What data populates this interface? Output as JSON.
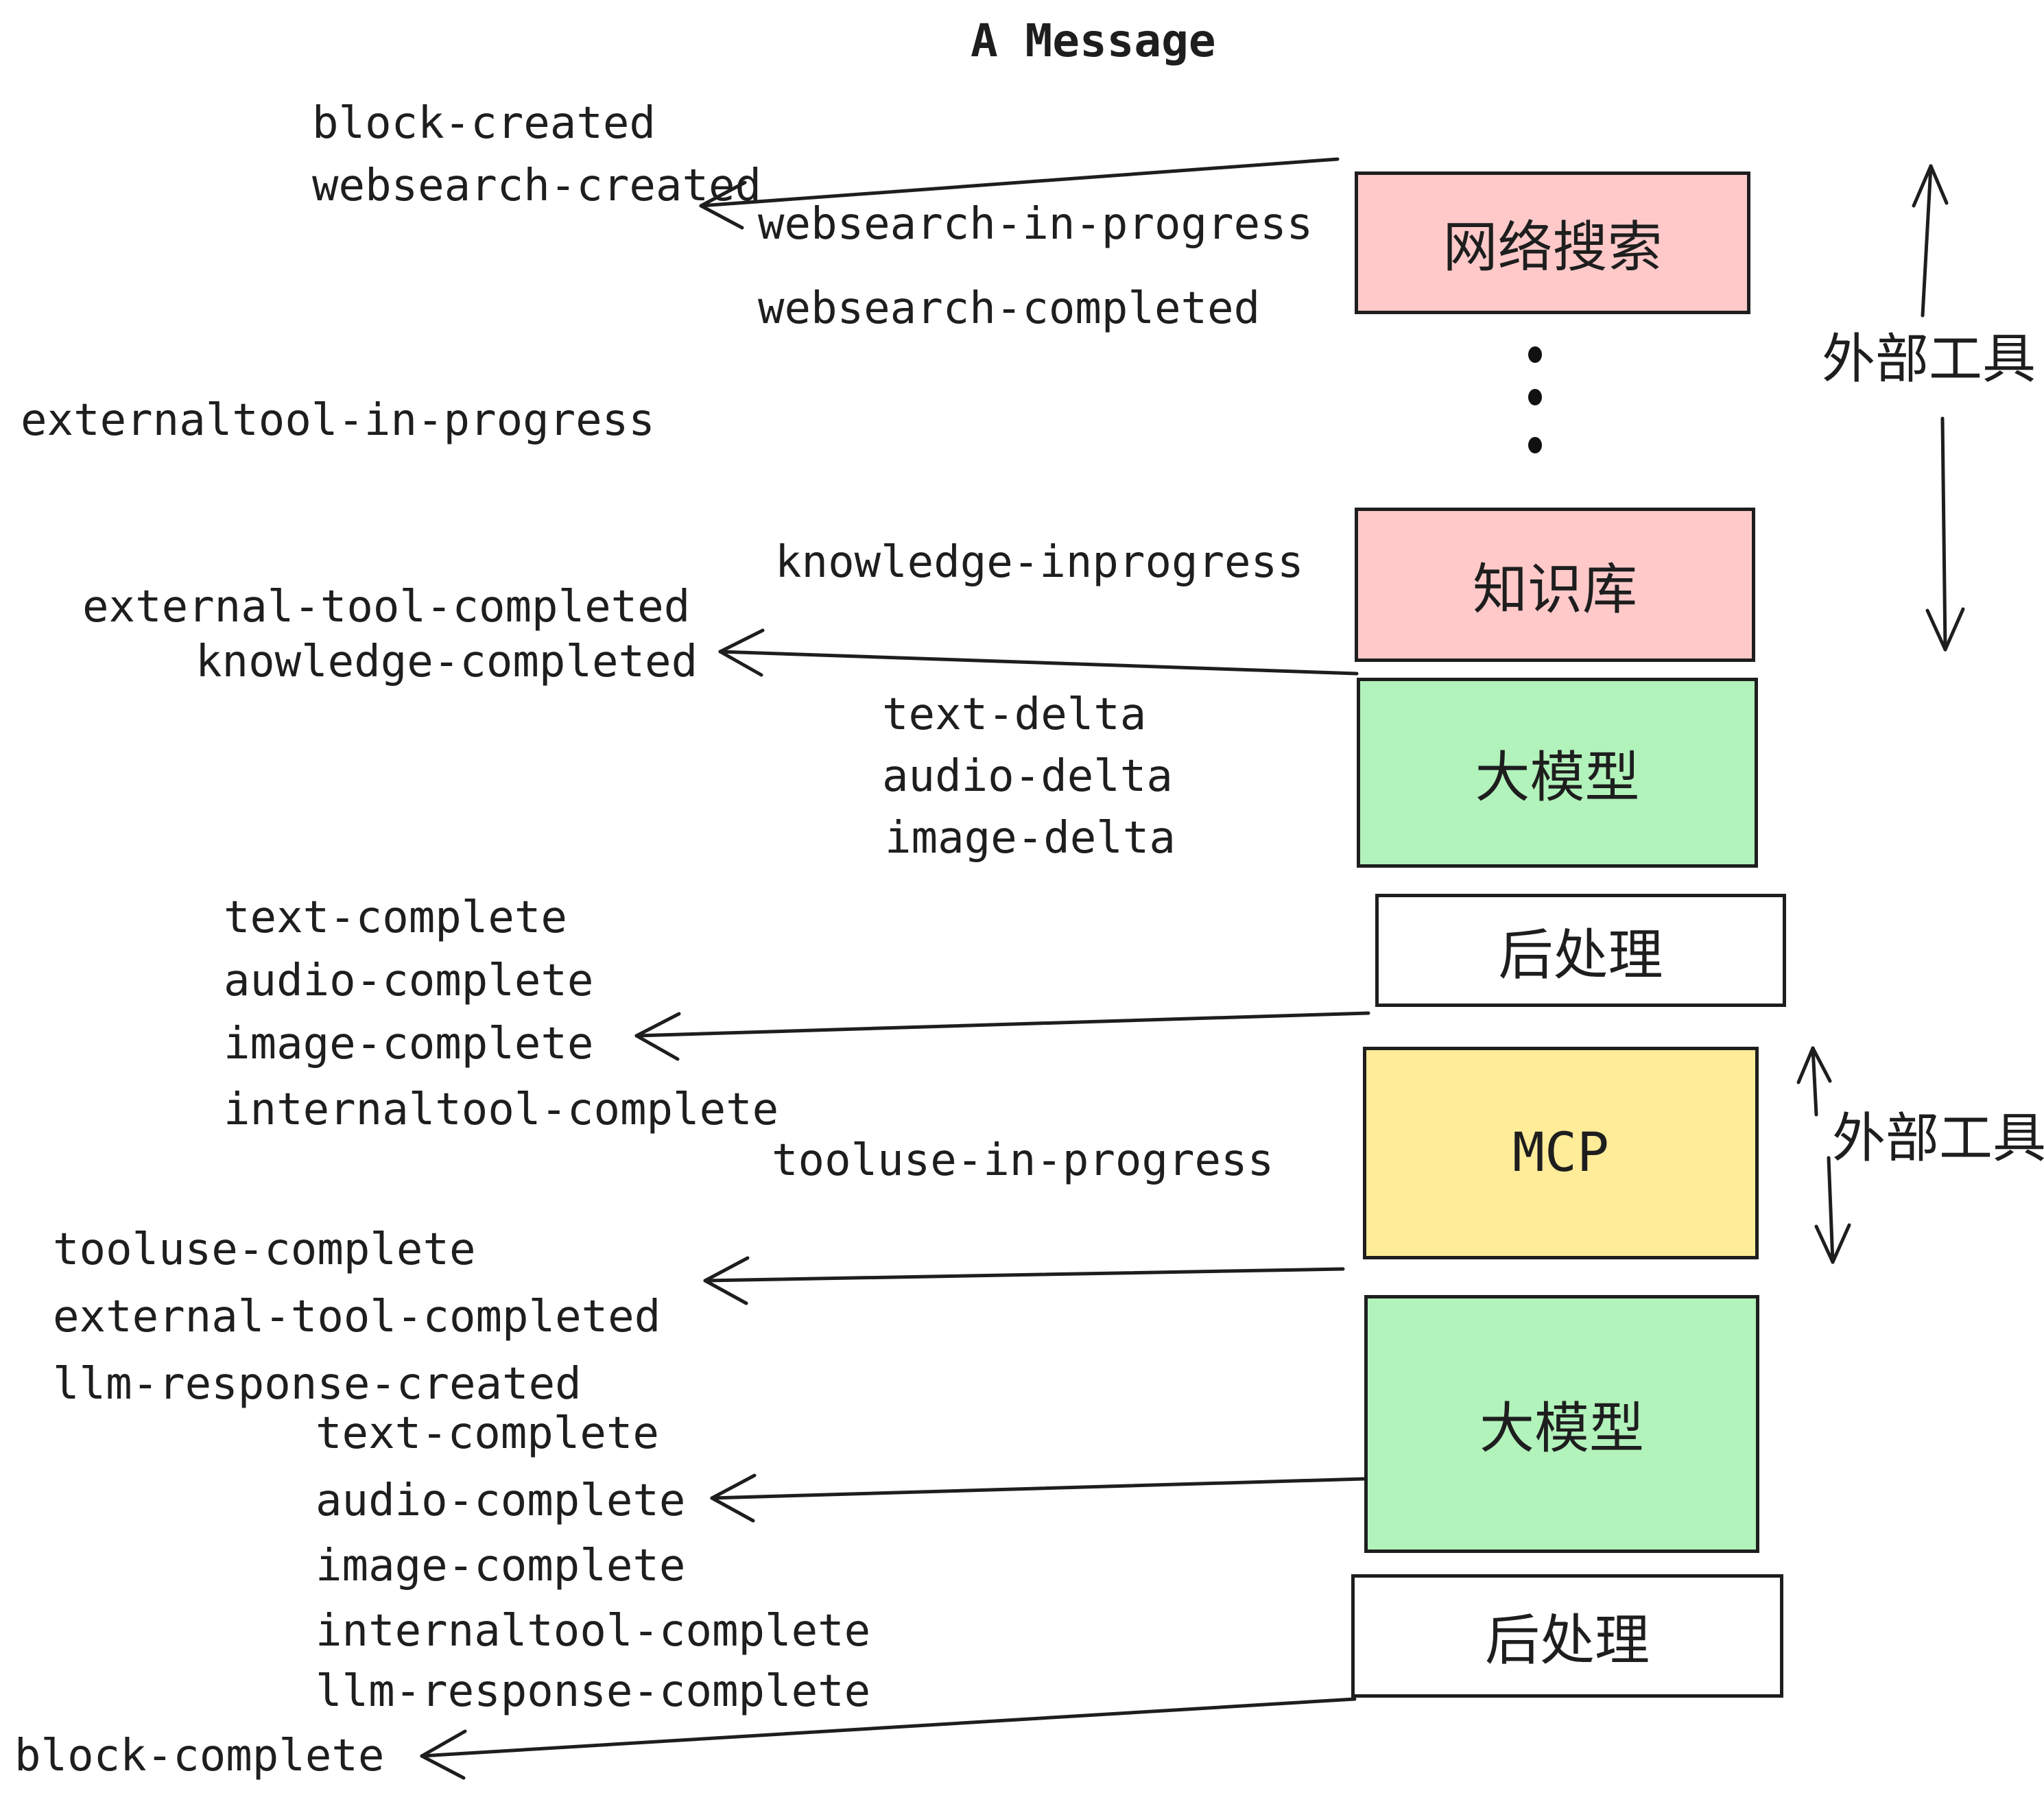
{
  "title": "A Message",
  "colors": {
    "ink": "#1e1e1e",
    "stage_websearch": "#ffc9c9",
    "stage_knowledge": "#ffc9c9",
    "stage_llm": "#b2f2bb",
    "stage_postprocess": "#ffffff",
    "stage_mcp": "#ffec99",
    "background": "#ffffff"
  },
  "events": [
    {
      "id": "block-created",
      "text": "block-created"
    },
    {
      "id": "websearch-created",
      "text": "websearch-created"
    },
    {
      "id": "websearch-in-progress",
      "text": "websearch-in-progress"
    },
    {
      "id": "websearch-completed",
      "text": "websearch-completed"
    },
    {
      "id": "externaltool-in-progress",
      "text": "externaltool-in-progress"
    },
    {
      "id": "knowledge-inprogress",
      "text": "knowledge-inprogress"
    },
    {
      "id": "external-tool-completed",
      "text": "external-tool-completed"
    },
    {
      "id": "knowledge-completed",
      "text": "knowledge-completed"
    },
    {
      "id": "text-delta",
      "text": "text-delta"
    },
    {
      "id": "audio-delta",
      "text": "audio-delta"
    },
    {
      "id": "image-delta",
      "text": "image-delta"
    },
    {
      "id": "text-complete",
      "text": "text-complete"
    },
    {
      "id": "audio-complete",
      "text": "audio-complete"
    },
    {
      "id": "image-complete",
      "text": "image-complete"
    },
    {
      "id": "internaltool-complete",
      "text": "internaltool-complete"
    },
    {
      "id": "tooluse-in-progress",
      "text": "tooluse-in-progress"
    },
    {
      "id": "tooluse-complete",
      "text": "tooluse-complete"
    },
    {
      "id": "external-tool-completed-2",
      "text": "external-tool-completed"
    },
    {
      "id": "llm-response-created",
      "text": "llm-response-created"
    },
    {
      "id": "text-complete-2",
      "text": "text-complete"
    },
    {
      "id": "audio-complete-2",
      "text": "audio-complete"
    },
    {
      "id": "image-complete-2",
      "text": "image-complete"
    },
    {
      "id": "internaltool-complete-2",
      "text": "internaltool-complete"
    },
    {
      "id": "llm-response-complete",
      "text": "llm-response-complete"
    },
    {
      "id": "block-complete",
      "text": "block-complete"
    }
  ],
  "boxes": [
    {
      "id": "websearch",
      "label": "网络搜索"
    },
    {
      "id": "knowledge",
      "label": "知识库"
    },
    {
      "id": "llm-1",
      "label": "大模型"
    },
    {
      "id": "postprocess-1",
      "label": "后处理"
    },
    {
      "id": "mcp",
      "label": "MCP"
    },
    {
      "id": "llm-2",
      "label": "大模型"
    },
    {
      "id": "postprocess-2",
      "label": "后处理"
    }
  ],
  "annotations": {
    "external_tools_top": "外部工具",
    "external_tools_mcp": "外部工具"
  }
}
